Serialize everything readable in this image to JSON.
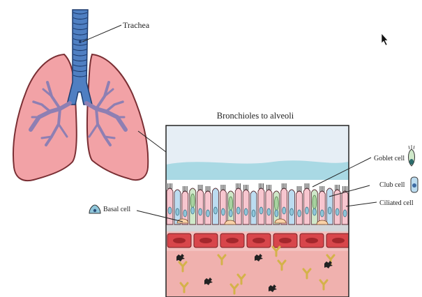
{
  "diagram": {
    "lungs": {
      "trachea_label": "Trachea"
    },
    "section": {
      "title": "Bronchioles to alveoli",
      "labels": {
        "goblet": "Goblet cell",
        "club": "Club cell",
        "ciliated": "Ciliated cell",
        "basal": "Basal cell"
      }
    },
    "colors": {
      "lung": "#f2a2a6",
      "lung_outline": "#7a2f34",
      "trachea": "#4f7fc2",
      "airway": "#8e7fb3",
      "mucus_top": "#e6eef5",
      "mucus_band": "#a9d9e4",
      "ciliated_cell": "#f7c6cf",
      "goblet_cell": "#cfe8c9",
      "club_cell": "#bcdcf0",
      "nucleus": "#8fc6da",
      "basement": "#d3d6d9",
      "capillary": "#d8464b",
      "stroma": "#f0b1ae",
      "antibody": "#d4b24a"
    }
  }
}
